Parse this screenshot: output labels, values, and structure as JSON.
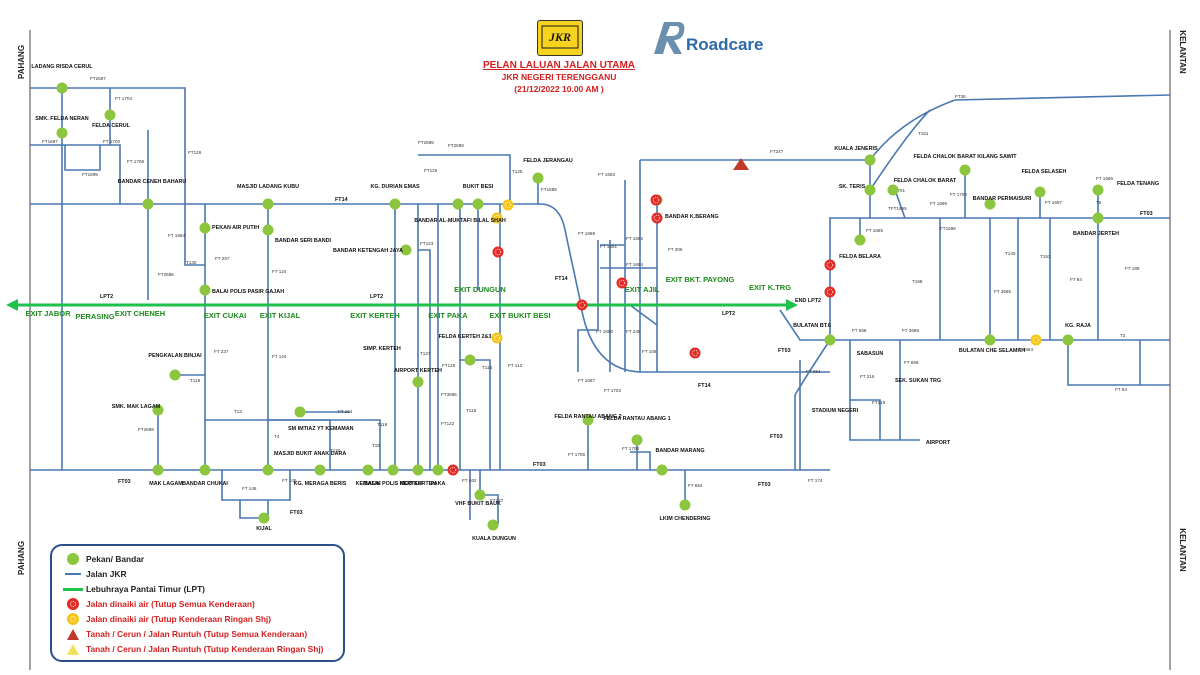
{
  "header": {
    "logo_jkr_text": "JKR",
    "logo_roadcare_text": "Roadcare",
    "title": "PELAN LALUAN JALAN UTAMA",
    "subtitle": "JKR NEGERI TERENGGANU",
    "date": "(21/12/2022  10.00 AM )"
  },
  "borders": {
    "left_top": "PAHANG",
    "left_bottom": "PAHANG",
    "right_top": "KELANTAN",
    "right_bottom": "KELANTAN"
  },
  "towns": [
    "LADANG RISDA CERUL",
    "SMK. FELDA NERAN",
    "FELDA CERUL",
    "BANDAR CENEH BAHARU",
    "MASJID LADANG KUBU",
    "KG. DURIAN EMAS",
    "BUKIT BESI",
    "FELDA JERANGAU",
    "PEKAN AIR PUTIH",
    "BANDAR SERI BANDI",
    "BALAI POLIS PASIR GAJAH",
    "BANDAR AL-MUKTAFI BILAL SHAH",
    "BANDAR KETENGAH JAYA",
    "BANDAR K.BERANG",
    "KUALA JENERIS",
    "SK. TERIS",
    "FELDA CHALOK BARAT",
    "FELDA CHALOK BARAT KILANG SAWIT",
    "BANDAR PERMAISURI",
    "FELDA SELASEH",
    "FELDA TENANG",
    "BANDAR JERTEH",
    "FELDA BELARA",
    "PENGKALAN BINJAI",
    "SMK. MAK LAGAM",
    "MAK LAGAM",
    "BANDAR CHUKAI",
    "KIJAL",
    "MASJID BUKIT ANAK DARA",
    "SM IMTIAZ YT KEMAMAN",
    "KG. MERAGA BERIS",
    "KEMASIK",
    "BALAI POLIS KERTEH",
    "MCO KERTEH",
    "PAKA",
    "AIRPORT KERTEH",
    "FELDA KERTEH 2&3",
    "SIMP. KERTEH",
    "VHF BUKIT BAUK",
    "KUALA DUNGUN",
    "FELDA RANTAU ABANG 2",
    "FELDA RANTAU ABANG 1",
    "BANDAR MARANG",
    "LKIM CHENDERING",
    "BULATAN BT.6",
    "SABASUN",
    "SEK. SUKAN TRG",
    "STADIUM NEGERI",
    "AIRPORT",
    "BULATAN CHE SELAMAH",
    "KG. RAJA"
  ],
  "exits": [
    "EXIT JABOR",
    "PERASING",
    "EXIT CHENEH",
    "EXIT CUKAI",
    "EXIT KIJAL",
    "EXIT KERTEH",
    "EXIT PAKA",
    "EXIT DUNGUN",
    "EXIT BUKIT BESI",
    "EXIT AJIL",
    "EXIT BKT. PAYONG",
    "EXIT K.TRG",
    "END LPT2"
  ],
  "roads": {
    "lpt2": "LPT2",
    "ft14": "FT14",
    "ft03": "FT03",
    "codes": [
      "FT2687",
      "FT 1704",
      "FT1687",
      "FT 1700",
      "FT1699",
      "FT 1708",
      "FT126",
      "FT 1684",
      "T130",
      "FT 257",
      "FT2686",
      "FT 124",
      "FT2685",
      "FT2688",
      "FT126",
      "T125",
      "FT1688",
      "FT123",
      "FT 1693",
      "FT 1689",
      "FT 1691",
      "FT 1692",
      "FT 1694",
      "FT 306",
      "FT247",
      "FT36",
      "T151",
      "FT 1701",
      "FT 1702",
      "TFT1695",
      "FT 1696",
      "FT1696",
      "FT 1697",
      "FT 1686",
      "T5",
      "FT 1685",
      "T168",
      "FT 3685",
      "T140",
      "T153",
      "FT 84",
      "FT 189",
      "FT 658",
      "FT 3685",
      "FT 237",
      "T118",
      "T13",
      "FT 124",
      "FT 114",
      "T119",
      "T15",
      "T120",
      "T4",
      "FT 145",
      "FT 146",
      "FT2689",
      "T127",
      "FT125",
      "T116",
      "FT3685",
      "T118",
      "FT122",
      "FT 112",
      "FT 1690",
      "FT 249",
      "FT 106",
      "FT 1687",
      "FT 1703",
      "FT 1705",
      "FT 1706",
      "FT 654",
      "FT 174",
      "FT 462",
      "FT127",
      "FT 654",
      "FT 216",
      "FT 658",
      "FT215",
      "T3",
      "FT 84",
      "FT 3684"
    ]
  },
  "legend": {
    "town": "Pekan/ Bandar",
    "jkr_road": "Jalan JKR",
    "highway": "Lebuhraya Pantai Timur (LPT)",
    "flood_all": "Jalan dinaiki air (Tutup Semua Kenderaan)",
    "flood_light": "Jalan dinaiki air (Tutup Kenderaan Ringan Shj)",
    "slope_all": "Tanah / Cerun / Jalan  Runtuh (Tutup Semua Kenderaan)",
    "slope_light": "Tanah / Cerun / Jalan  Runtuh (Tutup Kenderaan Ringan Shj)"
  },
  "colors": {
    "road": "#4a78b0",
    "highway": "#1ec24a",
    "town": "#8cc63f",
    "closed_all": "#e32a24",
    "closed_light": "#f5c518",
    "title": "#d42020"
  }
}
